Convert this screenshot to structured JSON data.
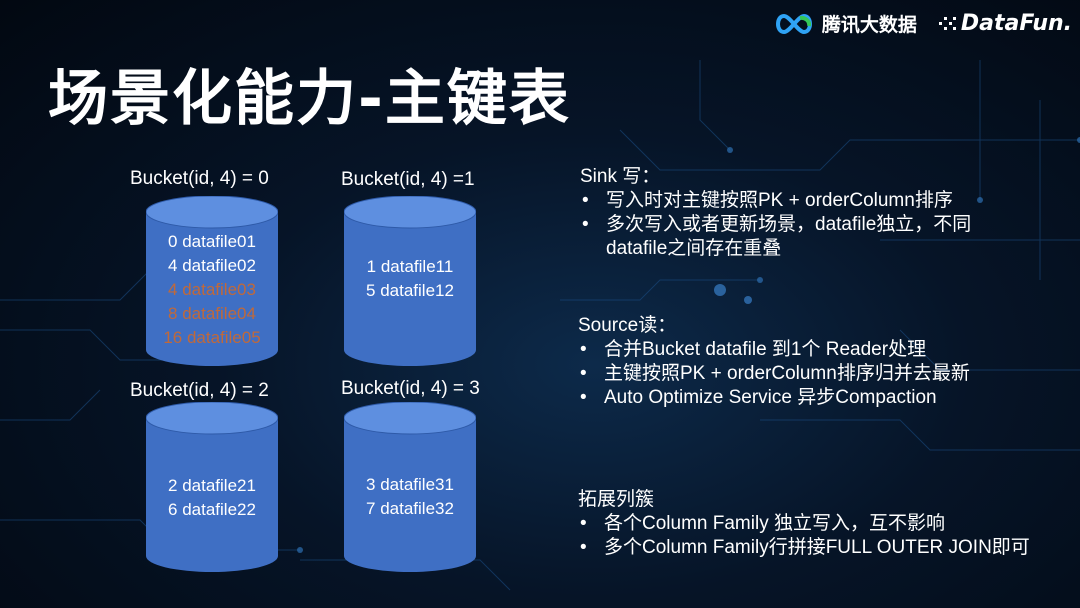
{
  "header": {
    "title": "场景化能力-主键表",
    "logo_tencent": "腾讯大数据",
    "logo_datafun": "DataFun."
  },
  "buckets": [
    {
      "label": "Bucket(id, 4) = 0",
      "files": [
        {
          "text": "0  datafile01",
          "highlight": false
        },
        {
          "text": "4 datafile02",
          "highlight": false
        },
        {
          "text": "4 datafile03",
          "highlight": true
        },
        {
          "text": "8 datafile04",
          "highlight": true
        },
        {
          "text": "16 datafile05",
          "highlight": true
        }
      ]
    },
    {
      "label": "Bucket(id, 4) =1",
      "files": [
        {
          "text": "1 datafile11",
          "highlight": false
        },
        {
          "text": "5 datafile12",
          "highlight": false
        }
      ]
    },
    {
      "label": "Bucket(id, 4) = 2",
      "files": [
        {
          "text": "2 datafile21",
          "highlight": false
        },
        {
          "text": "6 datafile22",
          "highlight": false
        }
      ]
    },
    {
      "label": "Bucket(id, 4) = 3",
      "files": [
        {
          "text": "3 datafile31",
          "highlight": false
        },
        {
          "text": "7 datafile32",
          "highlight": false
        }
      ]
    }
  ],
  "sink": {
    "heading": "Sink 写：",
    "items": [
      "写入时对主键按照PK + orderColumn排序",
      "多次写入或者更新场景，datafile独立，不同datafile之间存在重叠"
    ]
  },
  "source": {
    "heading": "Source读：",
    "items": [
      "合并Bucket  datafile 到1个 Reader处理",
      "主键按照PK + orderColumn排序归并去最新",
      "Auto Optimize Service 异步Compaction"
    ]
  },
  "extend": {
    "heading": "拓展列簇",
    "items": [
      "各个Column Family 独立写入，互不影响",
      "多个Column Family行拼接FULL OUTER JOIN即可"
    ]
  },
  "colors": {
    "cylinder": "#3f6fc4",
    "cylinder_top": "#5e8fe0",
    "highlight_text": "#c0693a"
  }
}
